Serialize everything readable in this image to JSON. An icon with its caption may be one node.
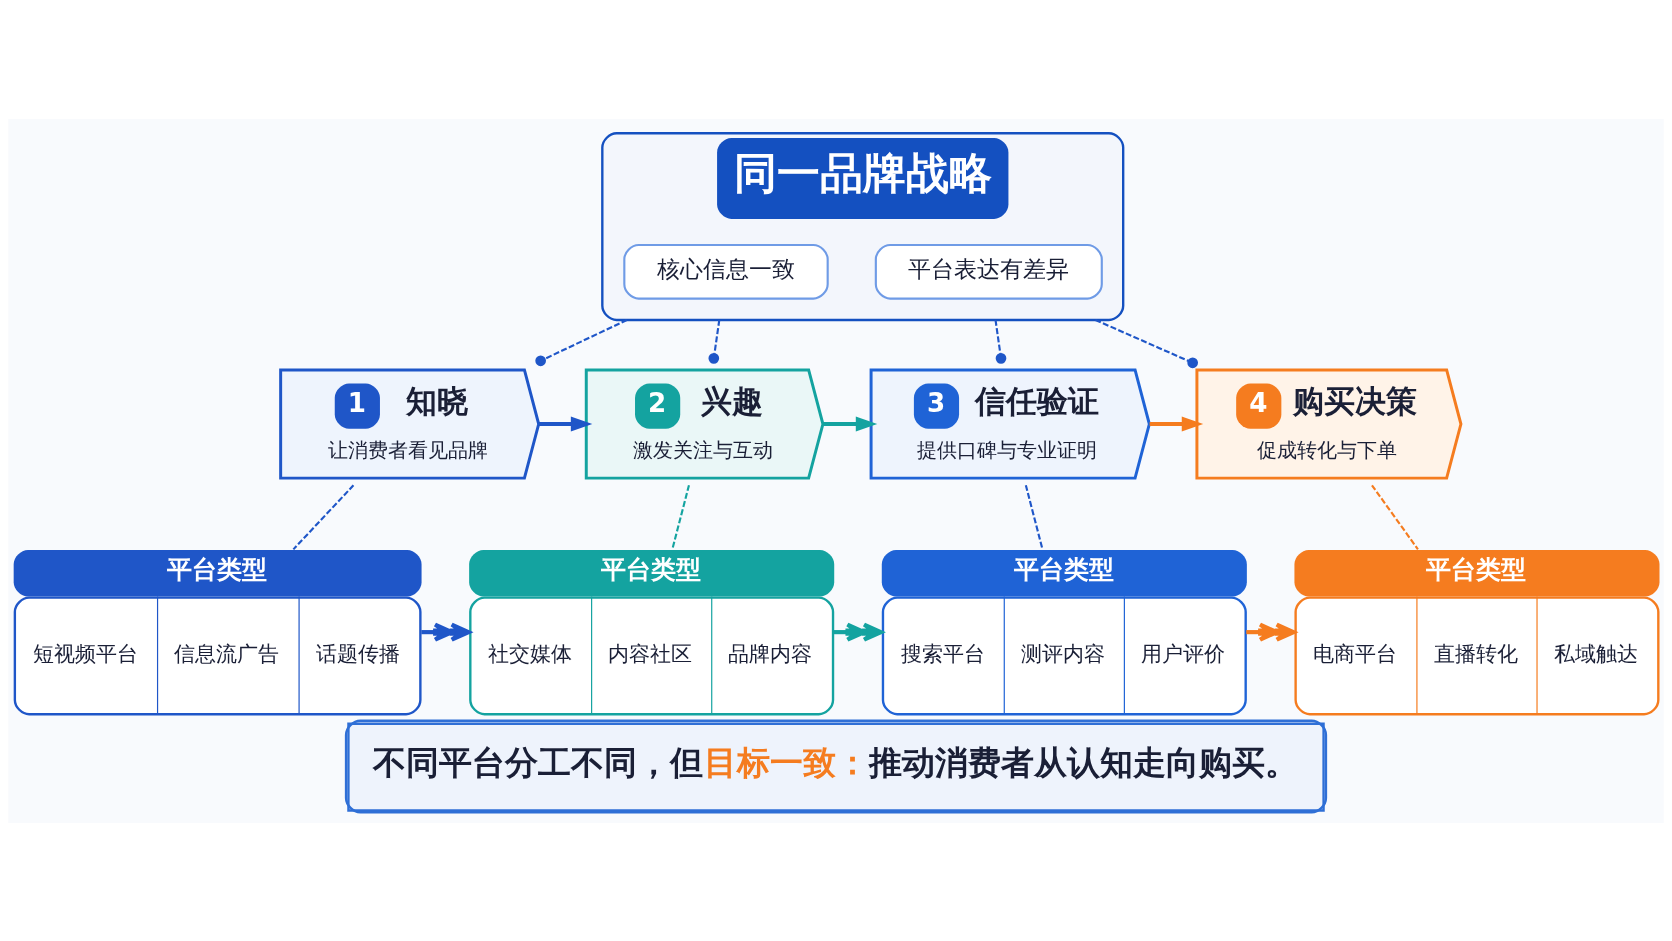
{
  "diagram": {
    "caption": "不同平台分工不同，但**目标一致：**推动消费者从认知走向购买。",
    "nodes": [
      {
        "text": [
          "同一品牌战略"
        ]
      },
      {
        "text": [
          "核心信息一致"
        ],
        "in": 0
      },
      {
        "text": [
          "平台表达有差异"
        ],
        "in": 0
      },
      {
        "text": [
          "1",
          "知晓",
          "让消费者看见品牌"
        ]
      },
      {
        "text": [
          "2",
          "兴趣",
          "激发关注与互动"
        ]
      },
      {
        "text": [
          "3",
          "信任验证",
          "提供口碑与专业证明"
        ]
      },
      {
        "text": [
          "4",
          "购买决策",
          "促成转化与下单"
        ]
      },
      {
        "text": [
          "平台类型",
          "短视频平台",
          "信息流广告",
          "话题传播"
        ]
      },
      {
        "text": [
          "平台类型",
          "社交媒体",
          "内容社区",
          "品牌内容"
        ]
      },
      {
        "text": [
          "平台类型",
          "搜索平台",
          "测评内容",
          "用户评价"
        ]
      },
      {
        "text": [
          "平台类型",
          "电商平台",
          "直播转化",
          "私域触达"
        ]
      }
    ],
    "edges": [
      {
        "from": 0,
        "to": 3,
        "arrow": "other",
        "style": "dashed"
      },
      {
        "from": 0,
        "to": 4,
        "arrow": "other",
        "style": "dashed"
      },
      {
        "from": 0,
        "to": 5,
        "arrow": "other",
        "style": "dashed"
      },
      {
        "from": 0,
        "to": 6,
        "arrow": "other",
        "style": "dashed"
      },
      {
        "from": 3,
        "to": 4,
        "arrow": "to"
      },
      {
        "from": 4,
        "to": 5,
        "arrow": "to",
        "color": "#14a3a0"
      },
      {
        "from": 5,
        "to": 6,
        "arrow": "to",
        "color": "#f57c1f"
      },
      {
        "from": 3,
        "to": 7,
        "arrow": "none",
        "style": "dashed"
      },
      {
        "from": 4,
        "to": 8,
        "arrow": "none",
        "style": "dashed",
        "color": "#14a3a0"
      },
      {
        "from": 5,
        "to": 9,
        "arrow": "none",
        "style": "dashed"
      },
      {
        "from": 6,
        "to": 10,
        "arrow": "none",
        "style": "dashed",
        "color": "#f57c1f"
      },
      {
        "from": 7,
        "to": 8,
        "arrow": "to"
      },
      {
        "from": 8,
        "to": 9,
        "arrow": "to",
        "color": "#14a3a0"
      },
      {
        "from": 9,
        "to": 10,
        "arrow": "to",
        "color": "#f57c1f"
      }
    ]
  }
}
